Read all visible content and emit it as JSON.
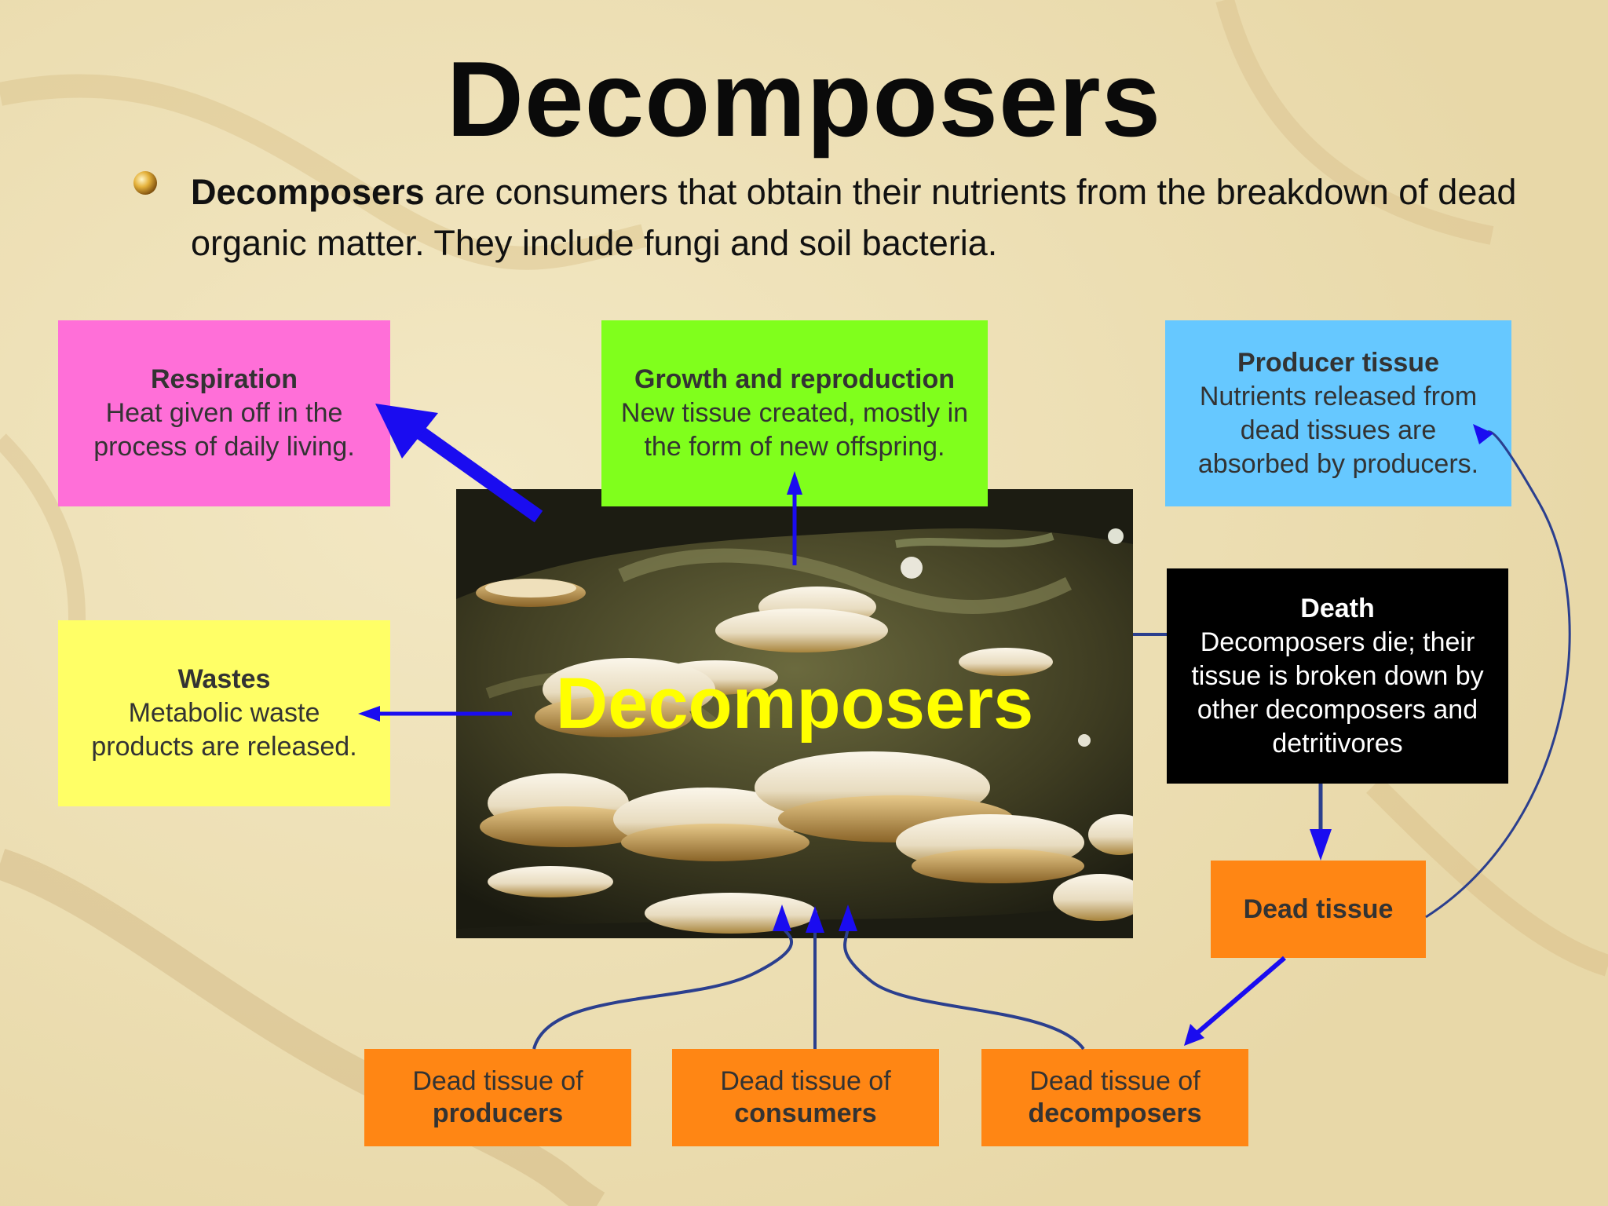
{
  "title": "Decomposers",
  "bullet": {
    "term": "Decomposers",
    "rest": " are consumers that obtain their nutrients from the breakdown of dead organic matter. They include fungi and soil bacteria."
  },
  "photo_label": "Decomposers",
  "boxes": {
    "respiration": {
      "heading": "Respiration",
      "body": "Heat given off in the process of daily living.",
      "color": "#ff6fd8"
    },
    "growth": {
      "heading": "Growth and reproduction",
      "body": "New tissue created, mostly in the form of new offspring.",
      "color": "#80ff1c"
    },
    "producer_tissue": {
      "heading": "Producer tissue",
      "body": "Nutrients released from dead tissues are absorbed by producers.",
      "color": "#66c8ff"
    },
    "wastes": {
      "heading": "Wastes",
      "body": "Metabolic waste products are released.",
      "color": "#ffff66"
    },
    "death": {
      "heading": "Death",
      "body": "Decomposers die; their tissue is broken down by other decomposers and detritivores",
      "color": "#000000"
    },
    "dead_tissue": {
      "label": "Dead tissue",
      "color": "#ff8614"
    }
  },
  "sources": [
    {
      "line1": "Dead tissue of",
      "line2": "producers"
    },
    {
      "line1": "Dead tissue of",
      "line2": "consumers"
    },
    {
      "line1": "Dead tissue of",
      "line2": "decomposers"
    }
  ],
  "colors": {
    "arrow_bright": "#1a0cf0",
    "arrow_dark": "#2b3f8e",
    "orange": "#ff8614"
  }
}
